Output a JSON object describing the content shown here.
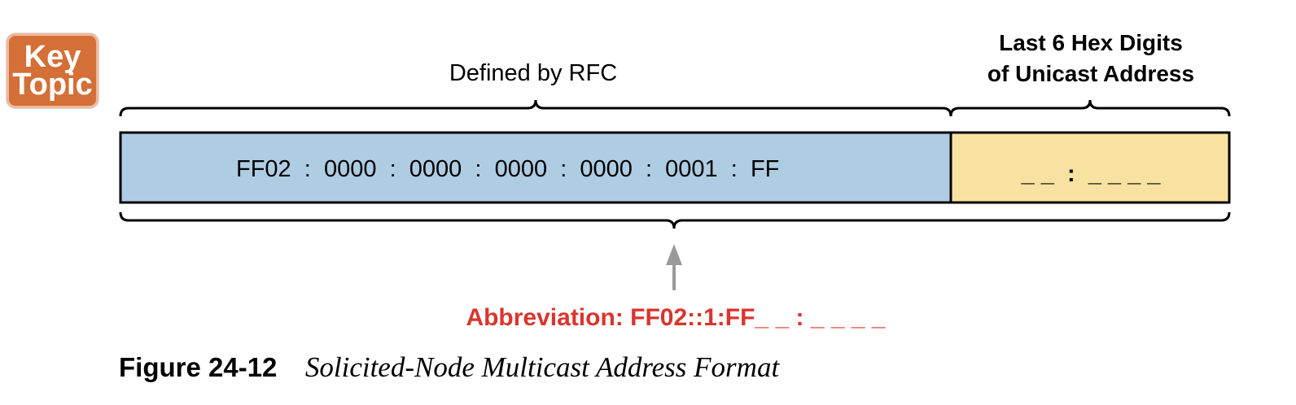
{
  "badge": {
    "line1": "Key",
    "line2": "Topic"
  },
  "labels": {
    "defined_by": "Defined by RFC",
    "last_digits_line1": "Last 6 Hex Digits",
    "last_digits_line2": "of Unicast Address"
  },
  "fields": {
    "rfc_defined": "FF02  :  0000  :  0000  :  0000  :  0000  :  0001  :  FF",
    "unicast_digits": "_ _  :  _ _ _ _"
  },
  "abbreviation": "Abbreviation: FF02::1:FF_ _ : _ _ _ _",
  "caption": {
    "number": "Figure 24-12",
    "title": "Solicited-Node Multicast Address Format"
  },
  "colors": {
    "badge": "#d36f37",
    "rfc_box": "#aecde3",
    "unicast_box": "#f8e2a2",
    "abbreviation": "#d8352e",
    "arrow": "#9a9a9a",
    "line": "#000000"
  }
}
